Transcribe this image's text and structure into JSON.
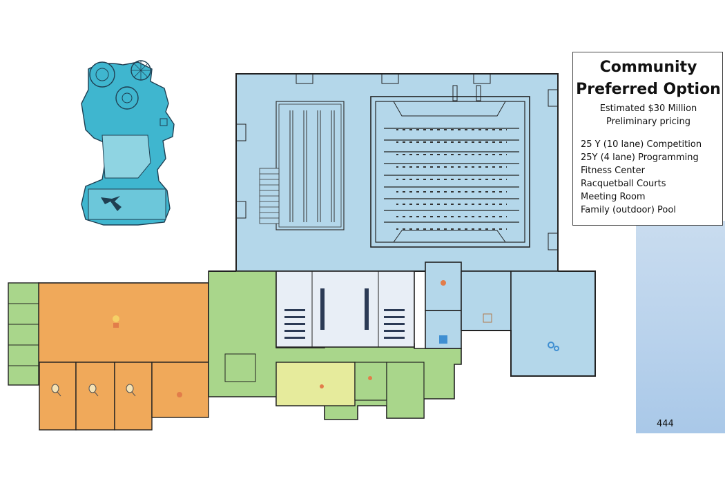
{
  "info_panel": {
    "title_line1": "Community",
    "title_line2": "Preferred Option",
    "estimate": "Estimated $30 Million",
    "pricing": "Preliminary pricing",
    "features": [
      "25 Y (10 lane) Competition",
      "25Y (4 lane) Programming",
      "Fitness Center",
      "Racquetball Courts",
      "Meeting Room",
      "Family (outdoor) Pool"
    ]
  },
  "page_number": "444",
  "colors": {
    "natatorium": "#b4d7ea",
    "mechanical": "#b4d7ea",
    "fitness": "#f0a95a",
    "lobby": "#a9d68b",
    "meeting": "#e6eb9c",
    "outdoor_pool": "#3fb6cf",
    "locker": "#e8eef6",
    "side_band": "#b9d2ec"
  },
  "icons": [
    "water-slide-icon",
    "fitness-figure-icon",
    "racquet-icon",
    "gear-icon"
  ]
}
